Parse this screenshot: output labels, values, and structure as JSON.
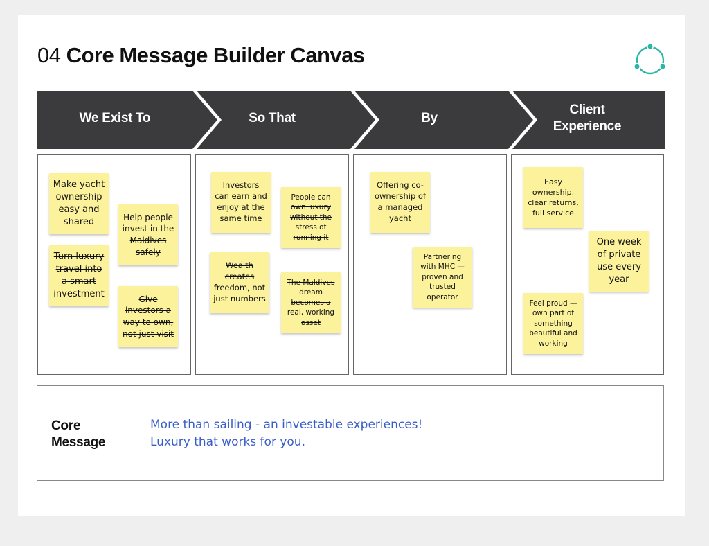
{
  "page": {
    "title_number": "04",
    "title_text": "Core Message Builder Canvas"
  },
  "colors": {
    "header_bg": "#3b3b3d",
    "header_text": "#ffffff",
    "sticky_note": "#fbf29b",
    "core_message_text": "#3a5ec9",
    "logo": "#2bb7a3"
  },
  "logo": {
    "icon": "three-node-cycle-icon"
  },
  "columns": [
    {
      "header": "We Exist To",
      "notes": [
        {
          "text": "Make yacht ownership easy and shared",
          "struck": false
        },
        {
          "text": "Help people invest in the Maldives safely",
          "struck": true
        },
        {
          "text": "Turn luxury travel into a smart investment",
          "struck": true
        },
        {
          "text": "Give investors a way to own, not just visit",
          "struck": true
        }
      ]
    },
    {
      "header": "So That",
      "notes": [
        {
          "text": "Investors can earn and enjoy at the same time",
          "struck": false
        },
        {
          "text": "People can own luxury without the stress of running it",
          "struck": true
        },
        {
          "text": "Wealth creates freedom, not just numbers",
          "struck": true
        },
        {
          "text": "The Maldives dream becomes a real, working asset",
          "struck": true
        }
      ]
    },
    {
      "header": "By",
      "notes": [
        {
          "text": "Offering co-ownership of a managed yacht",
          "struck": false
        },
        {
          "text": "Partnering with MHC — proven and trusted operator",
          "struck": false
        }
      ]
    },
    {
      "header": "Client Experience",
      "notes": [
        {
          "text": "Easy ownership, clear returns, full service",
          "struck": false
        },
        {
          "text": "One week of private use every year",
          "struck": false
        },
        {
          "text": "Feel proud — own part of something beautiful and working",
          "struck": false
        }
      ]
    }
  ],
  "core_message": {
    "label": "Core Message",
    "lines": [
      "More than sailing - an investable experiences!",
      "Luxury that works for you."
    ]
  }
}
